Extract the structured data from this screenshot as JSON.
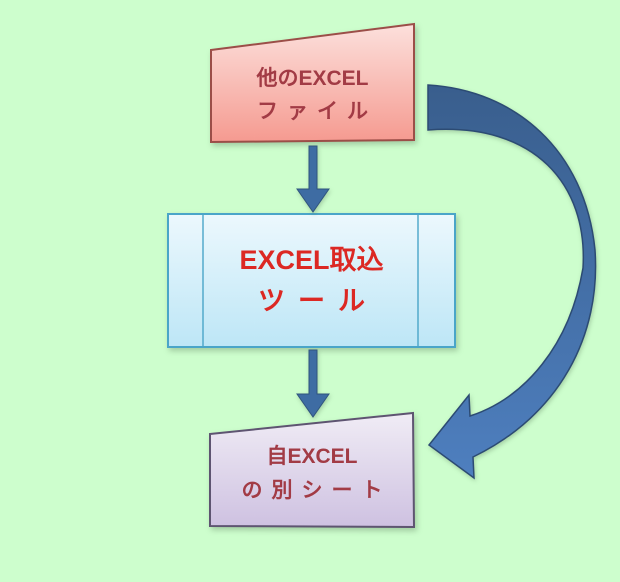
{
  "diagram": {
    "background_color": "#CDFECD",
    "nodes": {
      "source": {
        "line1": "他のEXCEL",
        "line2": "ファイル",
        "fill_top": "#FCE0DC",
        "fill_bottom": "#F59A90",
        "border_color": "#9B4E48",
        "text_color": "#A23B45"
      },
      "tool": {
        "line1": "EXCEL取込",
        "line2": "ツール",
        "fill_top": "#ECF8FD",
        "fill_bottom": "#BDE6F6",
        "border_color": "#4AA5C8",
        "text_color": "#DC2823"
      },
      "target": {
        "line1": "自EXCEL",
        "line2": "の別シート",
        "fill_top": "#F0ECF5",
        "fill_bottom": "#CEC1E1",
        "border_color": "#5E5471",
        "text_color": "#A23B45"
      }
    },
    "arrows": {
      "straight_fill": "#3E6CA3",
      "straight_outline": "#30557E",
      "curved_fill_top": "#395E8D",
      "curved_fill_bottom": "#4E7FBF",
      "curved_outline": "#2C4B73"
    }
  }
}
